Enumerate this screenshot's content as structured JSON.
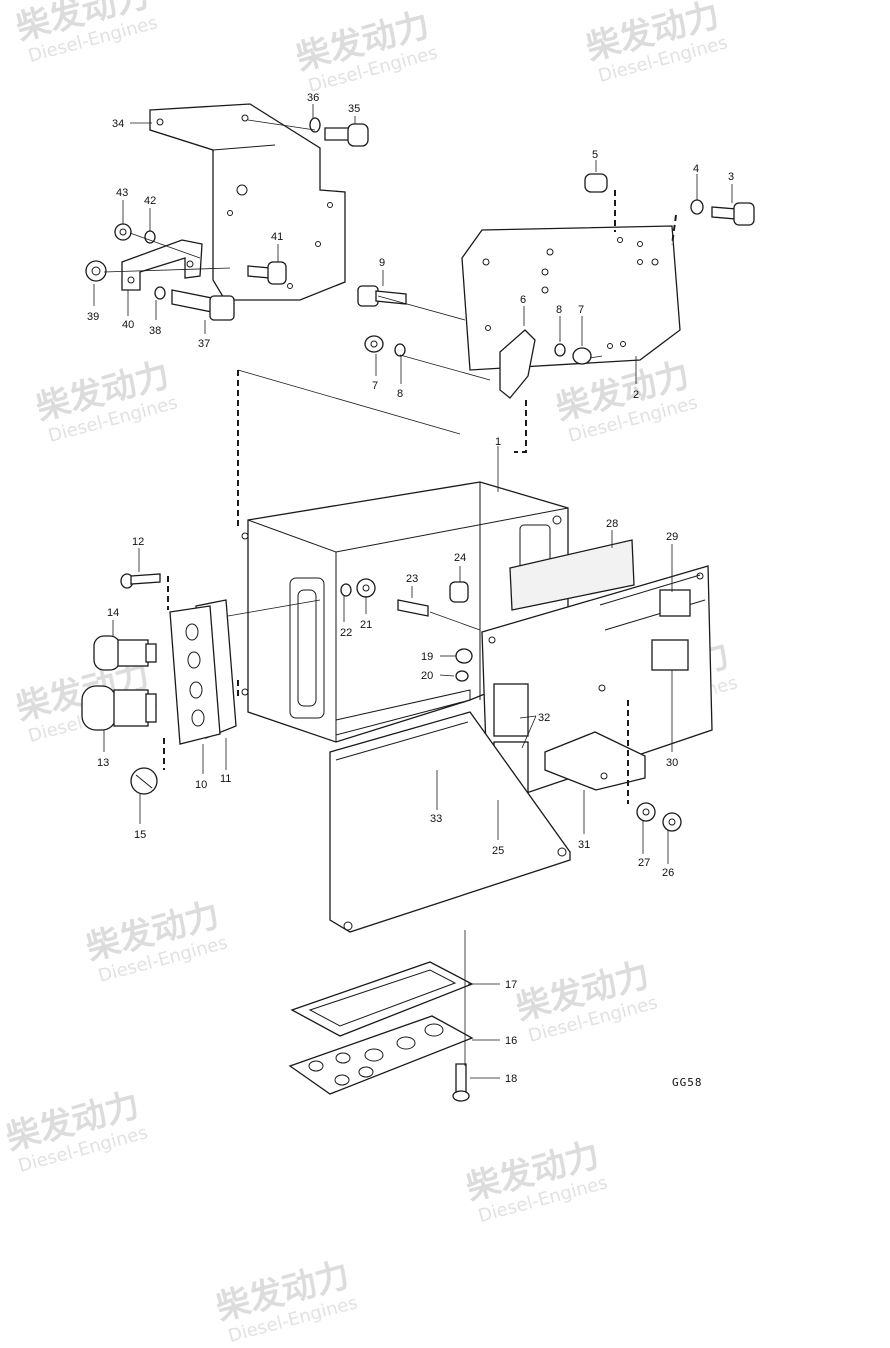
{
  "watermark": {
    "text_cn": "柴发动力",
    "text_en": "Diesel-Engines"
  },
  "drawing_code": "GG58",
  "labels": {
    "l1": "1",
    "l2": "2",
    "l3": "3",
    "l4": "4",
    "l5": "5",
    "l6": "6",
    "l7a": "7",
    "l7b": "7",
    "l8a": "8",
    "l8b": "8",
    "l9": "9",
    "l10": "10",
    "l11": "11",
    "l12": "12",
    "l13": "13",
    "l14": "14",
    "l15": "15",
    "l16": "16",
    "l17": "17",
    "l18": "18",
    "l19": "19",
    "l20": "20",
    "l21": "21",
    "l22": "22",
    "l23": "23",
    "l24": "24",
    "l25": "25",
    "l26": "26",
    "l27": "27",
    "l28": "28",
    "l29": "29",
    "l30": "30",
    "l31": "31",
    "l32": "32",
    "l33": "33",
    "l34": "34",
    "l35": "35",
    "l36": "36",
    "l37": "37",
    "l38": "38",
    "l39": "39",
    "l40": "40",
    "l41": "41",
    "l42": "42",
    "l43": "43"
  }
}
